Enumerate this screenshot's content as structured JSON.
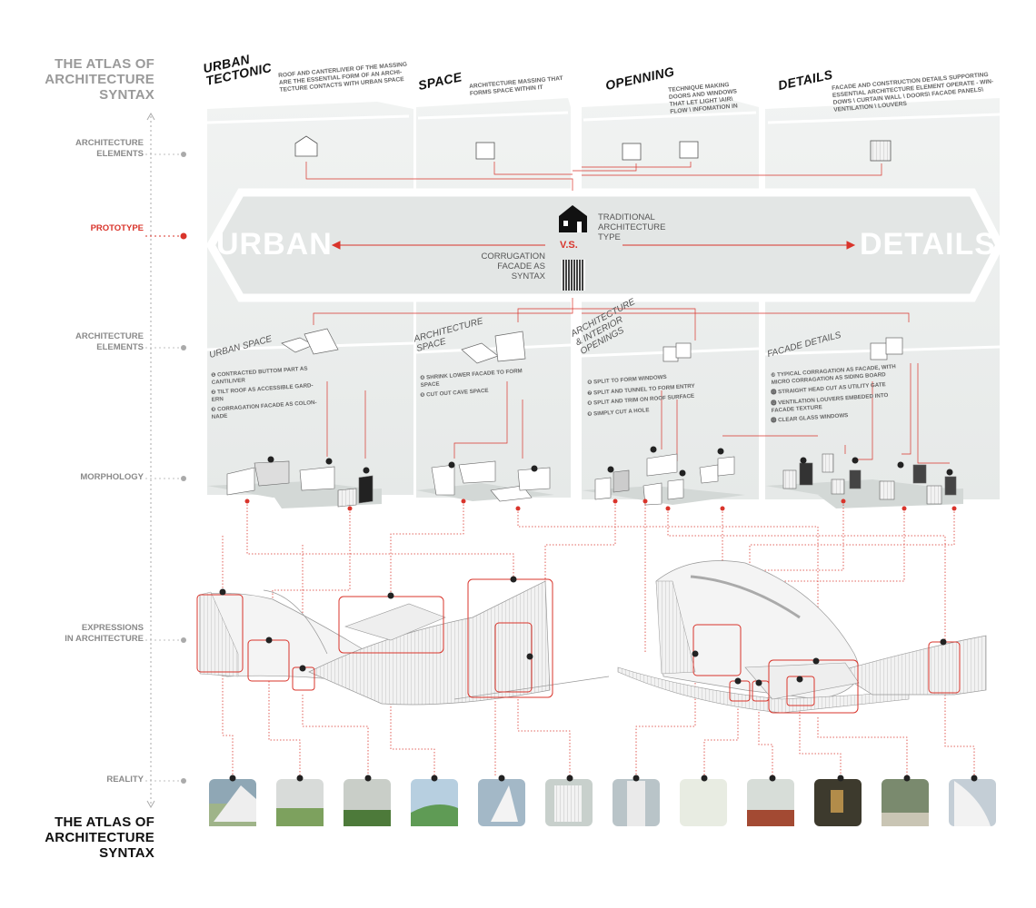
{
  "title_top": [
    "THE ATLAS OF",
    "ARCHITECTURE",
    "SYNTAX"
  ],
  "title_bottom": [
    "THE ATLAS OF",
    "ARCHITECTURE",
    "SYNTAX"
  ],
  "levels": {
    "elements_top": [
      "ARCHITECTURE",
      "ELEMENTS"
    ],
    "prototype": "PROTOTYPE",
    "elements_mid": [
      "ARCHITECTURE",
      "ELEMENTS"
    ],
    "morphology": "MORPHOLOGY",
    "expressions": [
      "EXPRESSIONS",
      "IN ARCHITECTURE"
    ],
    "reality": "REALITY"
  },
  "columns": [
    {
      "title": [
        "URBAN",
        "TECTONIC"
      ],
      "desc": [
        "ROOF AND CANTERLIVER OF THE MASSING",
        "ARE THE ESSENTIAL FORM OF AN ARCHI-",
        "TECTURE CONTACTS WITH URBAN SPACE"
      ]
    },
    {
      "title": [
        "SPACE"
      ],
      "desc": [
        "ARCHITECTURE MASSING THAT",
        "FORMS SPACE WITHIN IT"
      ]
    },
    {
      "title": [
        "OPENNING"
      ],
      "desc": [
        "TECHNIQUE MAKING",
        "DOORS AND WINDOWS",
        "THAT LET LIGHT \\AIR\\",
        "FLOW \\ INFOMATION IN"
      ]
    },
    {
      "title": [
        "DETAILS"
      ],
      "desc": [
        "FACADE AND CONSTRUCTION DETAILS SUPPORTING",
        "ESSENTIAL ARCHITECTURE ELEMENT OPERATE - WIN-",
        "DOWS \\ CURTAIN WALL \\ DOORS\\ FACADE PANELS\\",
        "VENTILATION \\ LOUVERS"
      ]
    }
  ],
  "prototype": {
    "left_word": "URBAN",
    "right_word": "DETAILS",
    "traditional": [
      "TRADITIONAL",
      "ARCHITECTURE",
      "TYPE"
    ],
    "vs": "V.S.",
    "corrugation": [
      "CORRUGATION",
      "FACADE AS",
      "SYNTAX"
    ]
  },
  "subcolumns": [
    {
      "title": [
        "URBAN SPACE"
      ],
      "steps": [
        "❶ CONTRACTED  BUTTOM PART AS CANTILIVER",
        "❷ TILT ROOF AS ACCESSIBLE GARD- ERN",
        "❸ CORRAGATION FACADE AS COLON- NADE"
      ]
    },
    {
      "title": [
        "ARCHITECTURE",
        "SPACE"
      ],
      "steps": [
        "❹ SHRINK LOWER FACADE TO FORM SPACE",
        "❺ CUT OUT CAVE SPACE"
      ]
    },
    {
      "title": [
        "ARCHITECTURE",
        "& INTERIOR",
        "OPENINGS"
      ],
      "steps": [
        "❻ SPLIT TO FORM WINDOWS",
        "❼ SPLIT AND TUNNEL TO FORM ENTRY",
        "❽ SPLIT AND TRIM ON ROOF  SURFACE",
        "❾ SIMPLY CUT A HOLE"
      ]
    },
    {
      "title": [
        "FACADE DETAILS"
      ],
      "steps": [
        "❿ TYPICAL CORRAGATION AS FACADE, WITH MICRO CORRAGATION AS SIDING BOARD",
        "⓫ STRAIGHT HEAD CUT AS UTILITY GATE",
        "⓬ VENTILATION LOUVERS EMBEDED INTO FACADE TEXTURE",
        "⓭ CLEAR GLASS WINDOWS"
      ]
    }
  ],
  "colors": {
    "red": "#d9342b",
    "panel": "#e9eceb",
    "dark": "#111111",
    "grey": "#8a8a8a"
  },
  "photos": [
    "photo-1",
    "photo-2",
    "photo-3",
    "photo-4",
    "photo-5",
    "photo-6",
    "photo-7",
    "photo-8",
    "photo-9",
    "photo-10",
    "photo-11",
    "photo-12"
  ]
}
